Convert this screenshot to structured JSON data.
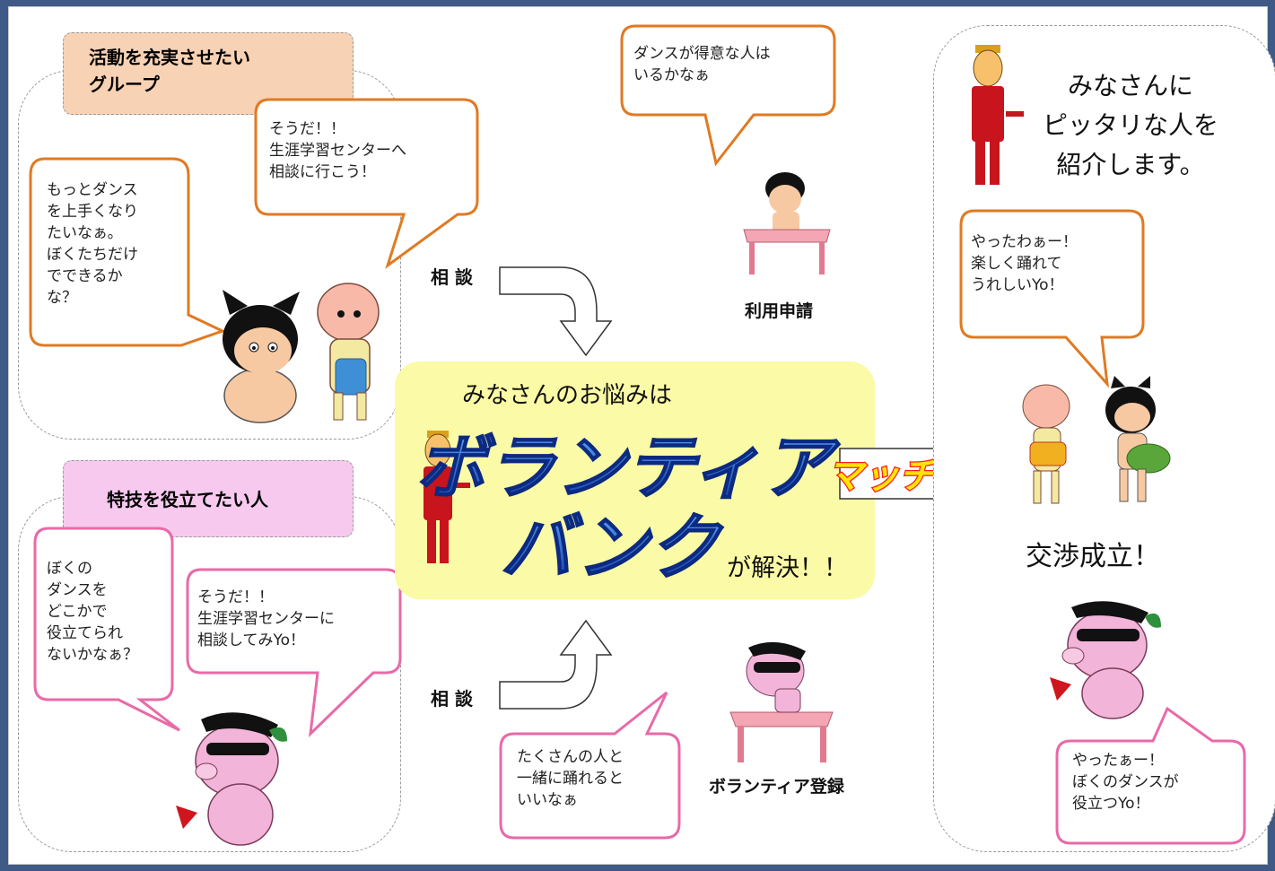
{
  "groups": {
    "activity": {
      "tab_label": "活動を充実させたい\nグループ",
      "bubble_left": "もっとダンス\nを上手くなり\nたいなぁ。\nぼくたちだけ\nでできるか\nな？",
      "bubble_right": "そうだ！！\n生涯学習センターへ\n相談に行こう！"
    },
    "skill": {
      "tab_label": "特技を役立てたい人",
      "bubble_left": "ぼくの\nダンスを\nどこかで\n役立てられ\nないかなぁ？",
      "bubble_right": "そうだ！！\n生涯学習センターに\n相談してみYo！"
    }
  },
  "center": {
    "consult_top": "相 談",
    "consult_bottom": "相 談",
    "use_request_bubble": "ダンスが得意な人は\nいるかなぁ",
    "use_request_label": "利用申請",
    "register_bubble": "たくさんの人と\n一緒に踊れると\nいいなぁ",
    "register_label": "ボランティア登録",
    "headline": "みなさんのお悩みは",
    "bank_line1": "ボランティア",
    "bank_line2": "バンク",
    "resolve": "が解決！！",
    "matching": "マッチング"
  },
  "result": {
    "intro": "みなさんに\nピッタリな人を\n紹介します。",
    "bubble_happy": "やったわぁー！\n楽しく踊れて\nうれしいYo！",
    "deal": "交渉成立！",
    "bubble_useful": "やったぁー！\nぼくのダンスが\n役立つYo！"
  },
  "colors": {
    "orange_bubble": "#e07a22",
    "pink_bubble": "#e86aa8",
    "tab_orange": "#f8d2b4",
    "tab_pink": "#f7c9ef",
    "center_yellow": "#fbfaa6",
    "bank_blue": "#1f5fd6",
    "matching_red": "#ff1a1a",
    "matching_yellow": "#ffe600"
  },
  "icons": [
    "cat-character-icon",
    "dog-character-icon",
    "pig-character-icon",
    "host-character-icon",
    "writing-desk-icon",
    "dancing-characters-icon"
  ]
}
